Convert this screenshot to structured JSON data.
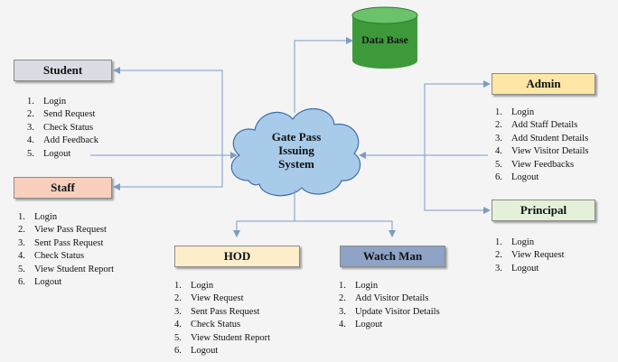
{
  "center": {
    "line1": "Gate Pass",
    "line2": "Issuing",
    "line3": "System"
  },
  "database": {
    "label": "Data Base"
  },
  "student": {
    "title": "Student",
    "items": [
      "Login",
      "Send Request",
      "Check Status",
      "Add Feedback",
      "Logout"
    ]
  },
  "staff": {
    "title": "Staff",
    "items": [
      "Login",
      "View Pass Request",
      "Sent Pass Request",
      "Check Status",
      "View Student Report",
      "Logout"
    ]
  },
  "hod": {
    "title": "HOD",
    "items": [
      "Login",
      "View Request",
      "Sent Pass Request",
      "Check Status",
      "View Student Report",
      "Logout"
    ]
  },
  "watchman": {
    "title": "Watch Man",
    "items": [
      "Login",
      "Add Visitor Details",
      "Update Visitor Details",
      "Logout"
    ]
  },
  "admin": {
    "title": "Admin",
    "items": [
      "Login",
      "Add Staff Details",
      "Add Student Details",
      "View Visitor Details",
      "View Feedbacks",
      "Logout"
    ]
  },
  "principal": {
    "title": "Principal",
    "items": [
      "Login",
      "View Request",
      "Logout"
    ]
  },
  "colors": {
    "student": "#d9dde3",
    "staff": "#f8d0bd",
    "hod": "#fdeecb",
    "watchman": "#8ea3c6",
    "admin": "#fde6a6",
    "principal": "#e4f0d8",
    "cloud": "#a9cbea",
    "cloud_stroke": "#3f6fa8",
    "database": "#3d9a3b",
    "database_top": "#6bc26a",
    "connector": "#7a9cc6"
  }
}
